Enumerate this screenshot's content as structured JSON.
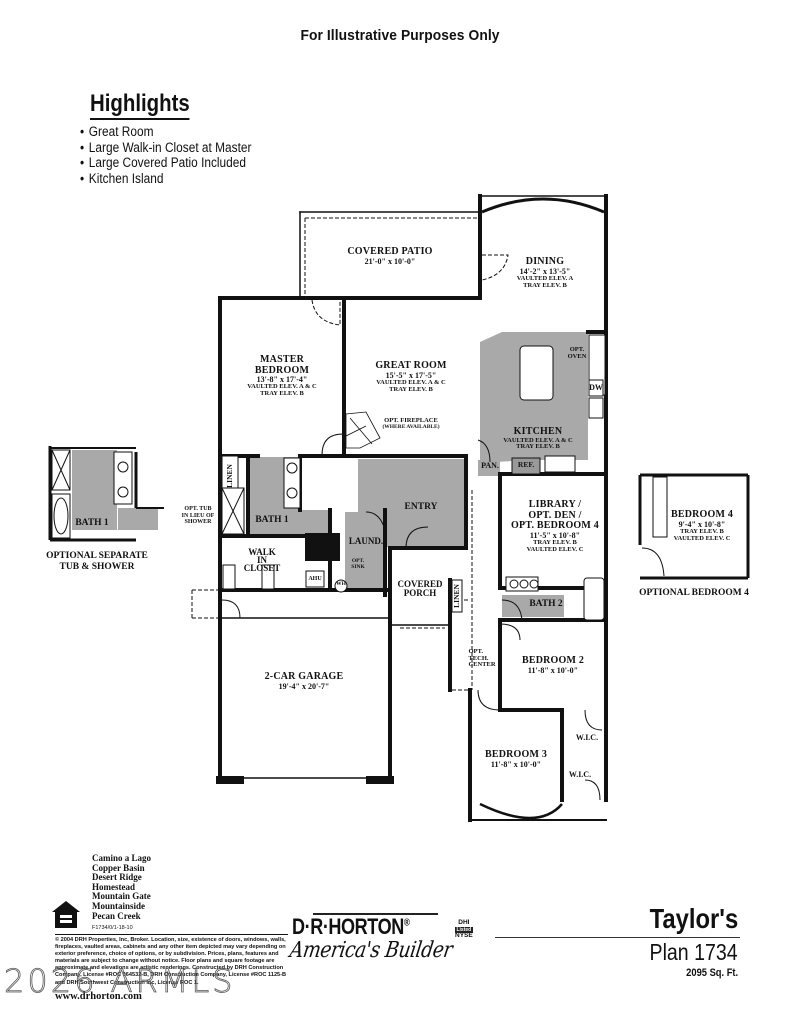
{
  "header": {
    "note": "For Illustrative Purposes Only"
  },
  "highlights": {
    "title": "Highlights",
    "items": [
      "Great Room",
      "Large Walk-in Closet at Master",
      "Large Covered Patio Included",
      "Kitchen Island"
    ]
  },
  "rooms": {
    "covered_patio": {
      "name": "COVERED PATIO",
      "dim": "21'-0\" x 10'-0\""
    },
    "dining": {
      "name": "DINING",
      "dim": "14'-2\" x 13'-5\"",
      "notes": [
        "VAULTED ELEV. A",
        "TRAY ELEV. B"
      ]
    },
    "master_bedroom": {
      "name": "MASTER",
      "name2": "BEDROOM",
      "dim": "13'-8\" x 17'-4\"",
      "notes": [
        "VAULTED ELEV. A & C",
        "TRAY ELEV. B"
      ]
    },
    "great_room": {
      "name": "GREAT ROOM",
      "dim": "15'-5\" x 17'-5\"",
      "notes": [
        "VAULTED ELEV. A & C",
        "TRAY ELEV. B"
      ]
    },
    "opt_fireplace": {
      "line1": "OPT. FIREPLACE",
      "line2": "(WHERE AVAILABLE)"
    },
    "kitchen": {
      "name": "KITCHEN",
      "notes": [
        "VAULTED ELEV. A & C",
        "TRAY ELEV. B"
      ],
      "opt_oven": "OPT. OVEN",
      "dw": "DW",
      "pan": "PAN.",
      "ref": "REF."
    },
    "linen": "LINEN",
    "bath1": "BATH 1",
    "opt_tub": {
      "lines": [
        "OPT. TUB",
        "IN LIEU OF",
        "SHOWER"
      ]
    },
    "walk_in_closet": {
      "lines": [
        "WALK",
        "IN",
        "CLOSET"
      ]
    },
    "ahu": "AHU",
    "wh": "WH",
    "laundry": "LAUND.",
    "opt_sink": {
      "lines": [
        "OPT.",
        "SINK"
      ]
    },
    "entry": "ENTRY",
    "covered_porch": {
      "lines": [
        "COVERED",
        "PORCH"
      ]
    },
    "library": {
      "lines": [
        "LIBRARY /",
        "OPT. DEN /",
        "OPT. BEDROOM 4"
      ],
      "dim": "11'-5\" x 10'-8\"",
      "notes": [
        "TRAY ELEV. B",
        "VAULTED ELEV. C"
      ]
    },
    "bath2": "BATH 2",
    "opt_tech_center": {
      "lines": [
        "OPT.",
        "TECH.",
        "CENTER"
      ]
    },
    "bedroom2": {
      "name": "BEDROOM 2",
      "dim": "11'-8\" x 10'-0\""
    },
    "bedroom3": {
      "name": "BEDROOM 3",
      "dim": "11'-8\" x 10'-0\""
    },
    "wic": "W.I.C.",
    "garage": {
      "name": "2-CAR GARAGE",
      "dim": "19'-4\" x 20'-7\""
    }
  },
  "options": {
    "separate_tub": {
      "bath": "BATH 1",
      "caption": [
        "OPTIONAL SEPARATE",
        "TUB & SHOWER"
      ]
    },
    "bedroom4": {
      "name": "BEDROOM 4",
      "dim": "9'-4\" x 10'-8\"",
      "notes": [
        "TRAY ELEV. B",
        "VAULTED ELEV. C"
      ],
      "caption": "OPTIONAL BEDROOM 4"
    }
  },
  "footer": {
    "communities": [
      "Camino a Lago",
      "Copper Basin",
      "Desert Ridge",
      "Homestead",
      "Mountain Gate",
      "Mountainside",
      "Pecan Creek"
    ],
    "plan_code": "F1734/0/1-18-10",
    "legal": "© 2004 DRH Properties, Inc, Broker. Location, size, existence of doors, windows, walls, fireplaces, vaulted areas, cabinets and any other item depicted may vary depending on exterior preference, choice of options, or by subdivision. Prices, plans, features and materials are subject to change without notice. Floor plans and square footage are approximate and elevations are artistic renderings. Constructed by DRH Construction Company, License #ROC 064532-B, DRH Construction Company, License #ROC 1125-B and DRH Southwest Construction Inc, License ROC 1.",
    "url": "www.drhorton.com",
    "watermark": "2026 ARMLS",
    "brand": "D·R·HORTON",
    "brand_mark": "®",
    "nyse": [
      "DHI",
      "Listed",
      "NYSE"
    ],
    "tagline": "America's Builder",
    "plan_name": "Taylor's",
    "plan_number": "Plan 1734",
    "sqft": "2095 Sq. Ft."
  }
}
